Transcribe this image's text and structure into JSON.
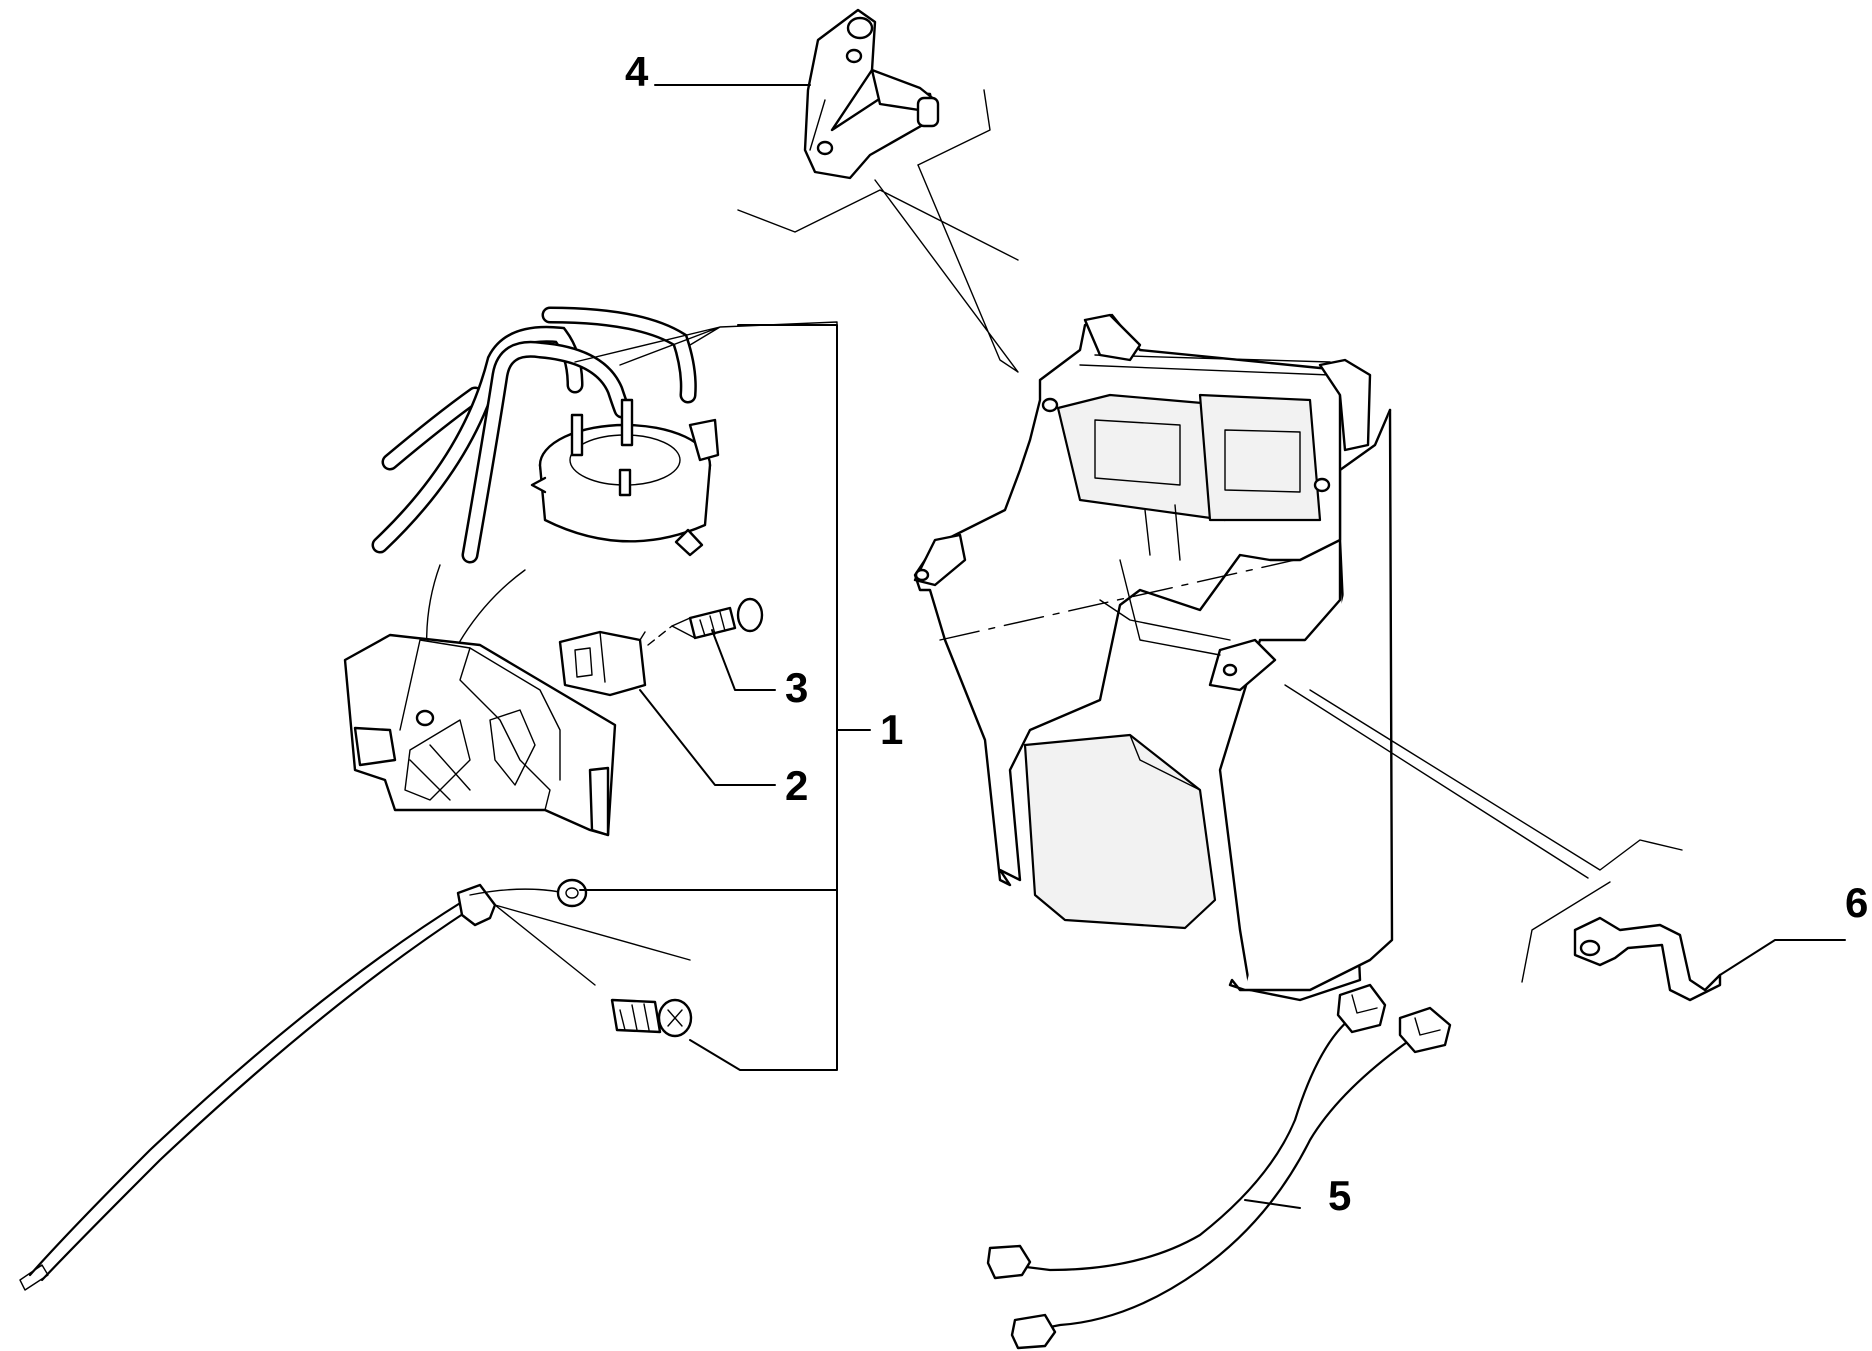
{
  "diagram": {
    "callouts": [
      {
        "id": "1",
        "text": "1"
      },
      {
        "id": "2",
        "text": "2"
      },
      {
        "id": "3",
        "text": "3"
      },
      {
        "id": "4",
        "text": "4"
      },
      {
        "id": "5",
        "text": "5"
      },
      {
        "id": "6",
        "text": "6"
      }
    ]
  }
}
